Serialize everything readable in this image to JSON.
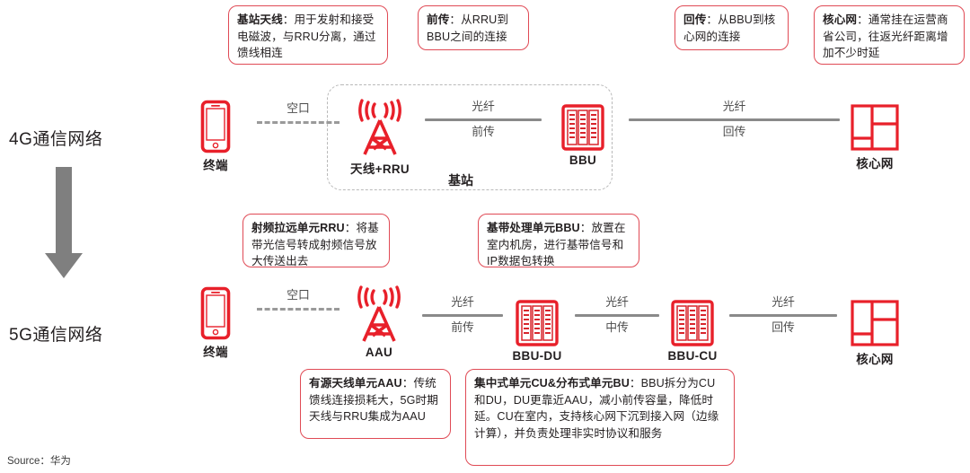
{
  "callouts": {
    "antenna": {
      "title": "基站天线",
      "body": "：用于发射和接受电磁波，与RRU分离，通过馈线相连"
    },
    "fronthaul": {
      "title": "前传",
      "body": "：从RRU到BBU之间的连接"
    },
    "backhaul": {
      "title": "回传",
      "body": "：从BBU到核心网的连接"
    },
    "corenet": {
      "title": "核心网",
      "body": "：通常挂在运营商省公司，往返光纤距离增加不少时延"
    },
    "rru": {
      "title": "射频拉远单元RRU",
      "body": "：将基带光信号转成射频信号放大传送出去"
    },
    "bbu": {
      "title": "基带处理单元BBU",
      "body": "：放置在室内机房，进行基带信号和IP数据包转换"
    },
    "aau": {
      "title": "有源天线单元AAU",
      "body": "：传统馈线连接损耗大，5G时期天线与RRU集成为AAU"
    },
    "cudu": {
      "title": "集中式单元CU&分布式单元BU",
      "body": "：BBU拆分为CU和DU，DU更靠近AAU，减小前传容量，降低时延。CU在室内，支持核心网下沉到接入网（边缘计算），并负责处理非实时协议和服务"
    }
  },
  "rows": {
    "g4": {
      "label": "4G通信网络"
    },
    "g5": {
      "label": "5G通信网络"
    }
  },
  "g4": {
    "terminal": {
      "caption": "终端",
      "icon": "phone-icon"
    },
    "air": {
      "top": "空口",
      "bottom": ""
    },
    "antenna_rru": {
      "caption": "天线+RRU",
      "icon": "antenna-tower-icon"
    },
    "fiber_fronthaul": {
      "top": "光纤",
      "bottom": "前传"
    },
    "bbu": {
      "caption": "BBU",
      "icon": "server-rack-icon"
    },
    "basestation_label": "基站",
    "fiber_backhaul": {
      "top": "光纤",
      "bottom": "回传"
    },
    "core": {
      "caption": "核心网",
      "icon": "core-network-icon"
    }
  },
  "g5": {
    "terminal": {
      "caption": "终端",
      "icon": "phone-icon"
    },
    "air": {
      "top": "空口",
      "bottom": ""
    },
    "aau": {
      "caption": "AAU",
      "icon": "antenna-tower-icon"
    },
    "fiber_fronthaul": {
      "top": "光纤",
      "bottom": "前传"
    },
    "bbu_du": {
      "caption": "BBU-DU",
      "icon": "server-rack-icon"
    },
    "fiber_midhaul": {
      "top": "光纤",
      "bottom": "中传"
    },
    "bbu_cu": {
      "caption": "BBU-CU",
      "icon": "server-rack-icon"
    },
    "fiber_backhaul": {
      "top": "光纤",
      "bottom": "回传"
    },
    "core": {
      "caption": "核心网",
      "icon": "core-network-icon"
    }
  },
  "footer": {
    "source": "Source：华为"
  },
  "colors": {
    "red": "#e8202a",
    "callout_border": "#e04a55",
    "line_grey": "#8a8a8a",
    "arrow_grey": "#7f7f7f",
    "dash_grey": "#b9b9b9"
  }
}
